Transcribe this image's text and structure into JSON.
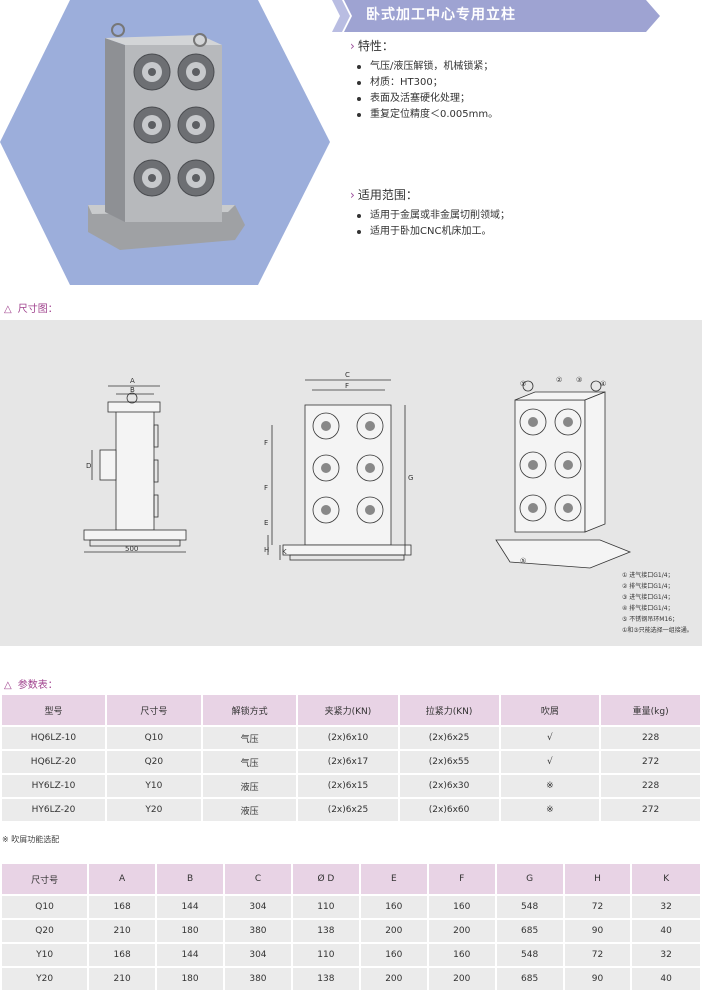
{
  "title": "卧式加工中心专用立柱",
  "features": {
    "heading": "特性：",
    "items": [
      "气压/液压解锁，机械锁紧；",
      "材质：HT300；",
      "表面及活塞硬化处理；",
      "重复定位精度＜0.005mm。"
    ]
  },
  "applications": {
    "heading": "适用范围：",
    "items": [
      "适用于金属或非金属切削领域；",
      "适用于卧加CNC机床加工。"
    ]
  },
  "dimension_heading": "尺寸图：",
  "drawing": {
    "labels": {
      "A": "A",
      "B": "B",
      "C": "C",
      "D": "D",
      "E": "E",
      "F": "F",
      "G": "G",
      "H": "H",
      "K": "K",
      "w500": "500"
    },
    "callouts": [
      "①",
      "②",
      "③",
      "④",
      "⑤"
    ],
    "legend": [
      "① 进气接口G1/4；",
      "② 排气接口G1/4；",
      "③ 进气接口G1/4；",
      "④ 排气接口G1/4；",
      "⑤ 不锈钢吊环M16；",
      "①和③只能选择一组接通。"
    ]
  },
  "param_heading": "参数表：",
  "param_table": {
    "headers": [
      "型号",
      "尺寸号",
      "解锁方式",
      "夹紧力(KN)",
      "拉紧力(KN)",
      "吹屑",
      "重量(kg)"
    ],
    "rows": [
      [
        "HQ6LZ-10",
        "Q10",
        "气压",
        "(2x)6x10",
        "(2x)6x25",
        "√",
        "228"
      ],
      [
        "HQ6LZ-20",
        "Q20",
        "气压",
        "(2x)6x17",
        "(2x)6x55",
        "√",
        "272"
      ],
      [
        "HY6LZ-10",
        "Y10",
        "液压",
        "(2x)6x15",
        "(2x)6x30",
        "※",
        "228"
      ],
      [
        "HY6LZ-20",
        "Y20",
        "液压",
        "(2x)6x25",
        "(2x)6x60",
        "※",
        "272"
      ]
    ]
  },
  "param_note": "※ 吹屑功能选配",
  "dim_table": {
    "headers": [
      "尺寸号",
      "A",
      "B",
      "C",
      "Ø D",
      "E",
      "F",
      "G",
      "H",
      "K"
    ],
    "rows": [
      [
        "Q10",
        "168",
        "144",
        "304",
        "110",
        "160",
        "160",
        "548",
        "72",
        "32"
      ],
      [
        "Q20",
        "210",
        "180",
        "380",
        "138",
        "200",
        "200",
        "685",
        "90",
        "40"
      ],
      [
        "Y10",
        "168",
        "144",
        "304",
        "110",
        "160",
        "160",
        "548",
        "72",
        "32"
      ],
      [
        "Y20",
        "210",
        "180",
        "380",
        "138",
        "200",
        "200",
        "685",
        "90",
        "40"
      ]
    ]
  },
  "colors": {
    "accent": "#a0438e",
    "banner": "#9ea3d2",
    "hexagon": "#9caedb",
    "header_cell": "#e8d3e5",
    "cell": "#ebebeb",
    "drawing_bg": "#e6e6e6"
  }
}
